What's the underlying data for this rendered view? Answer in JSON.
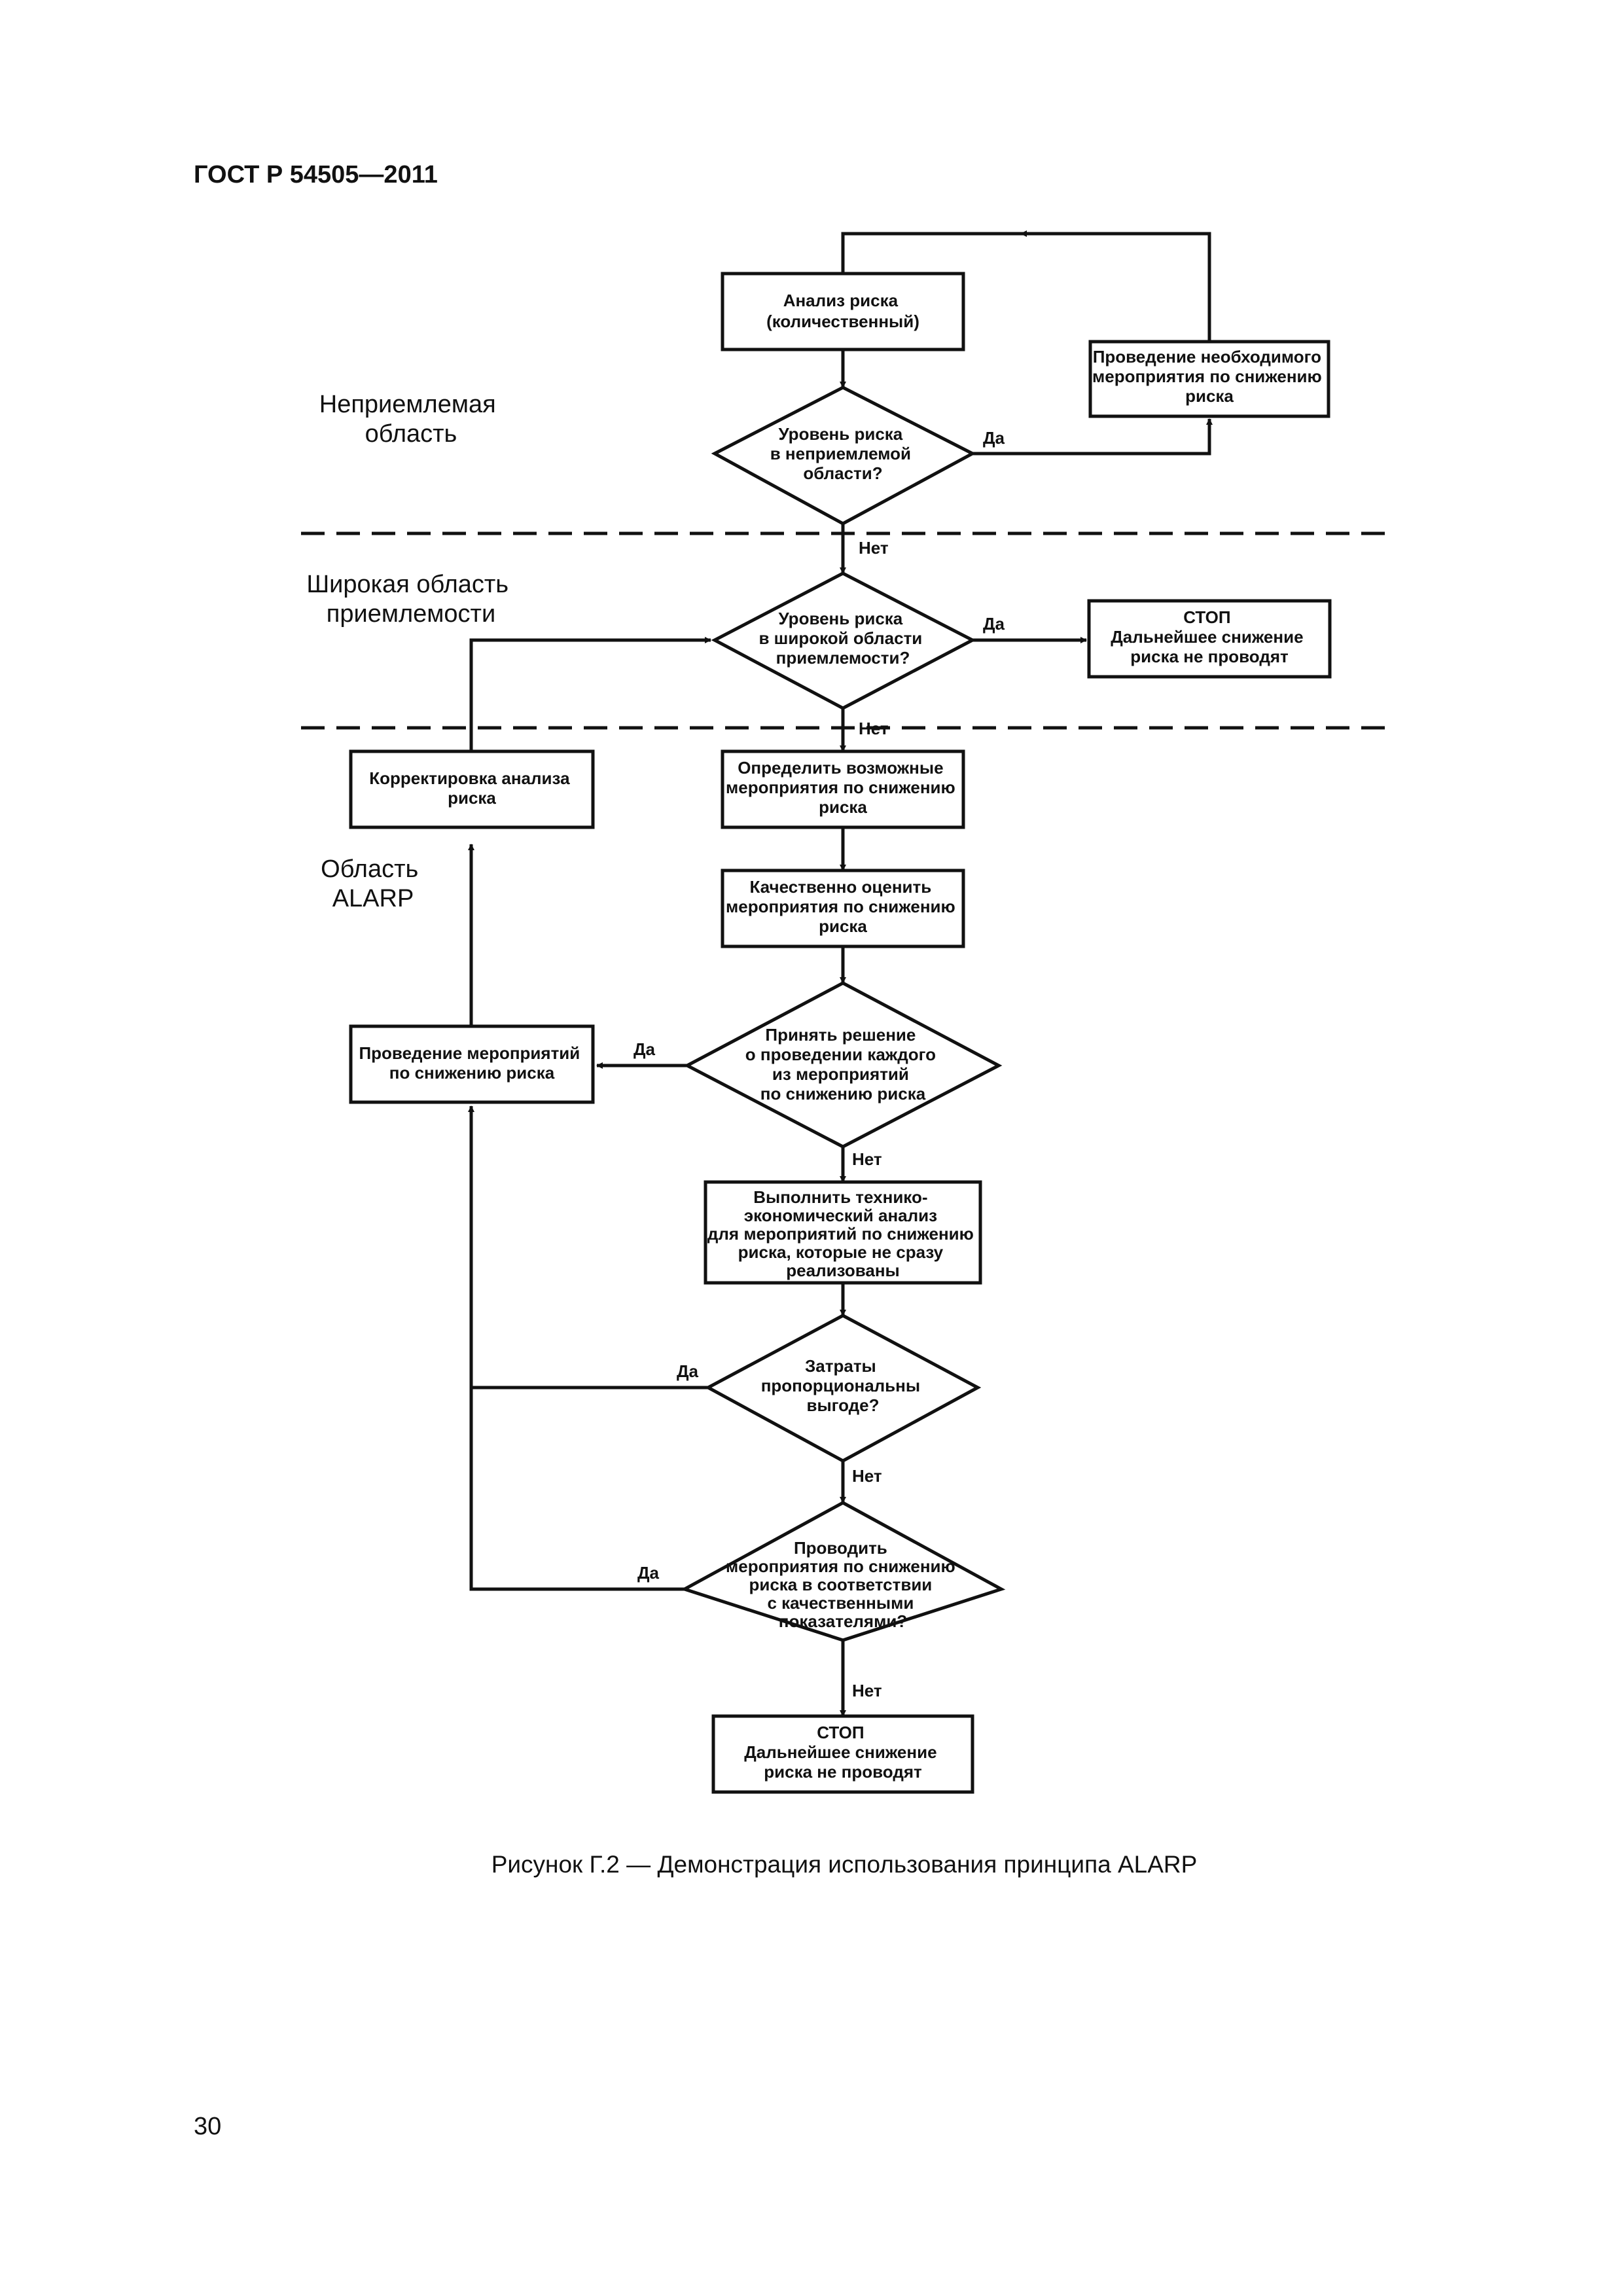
{
  "header": "ГОСТ Р 54505—2011",
  "page_number": "30",
  "caption": "Рисунок Г.2 — Демонстрация использования принципа ALARP",
  "zones": {
    "unacceptable": [
      "Неприемлемая",
      "область"
    ],
    "broadly_acceptable": [
      "Широкая область",
      "приемлемости"
    ],
    "alarp": [
      "Область",
      "ALARP"
    ]
  },
  "nodes": {
    "risk_analysis": [
      "Анализ риска",
      "(количественный)"
    ],
    "necessary_measure": [
      "Проведение необходимого",
      "мероприятия по снижению",
      "риска"
    ],
    "decision_unacceptable": [
      "Уровень риска",
      "в неприемлемой",
      "области?"
    ],
    "decision_broad": [
      "Уровень риска",
      "в широкой области",
      "приемлемости?"
    ],
    "stop_1": [
      "СТОП",
      "Дальнейшее снижение",
      "риска не проводят"
    ],
    "correction": [
      "Корректировка анализа",
      "риска"
    ],
    "identify_measures": [
      "Определить возможные",
      "мероприятия по снижению",
      "риска"
    ],
    "qualitative_assess": [
      "Качественно оценить",
      "мероприятия по снижению",
      "риска"
    ],
    "decision_implement": [
      "Принять решение",
      "о проведении каждого",
      "из мероприятий",
      "по снижению риска"
    ],
    "implement_measures": [
      "Проведение мероприятий",
      "по снижению риска"
    ],
    "feasibility": [
      "Выполнить технико-",
      "экономический анализ",
      "для мероприятий по снижению",
      "риска, которые не сразу",
      "реализованы"
    ],
    "decision_cost": [
      "Затраты",
      "пропорциональны",
      "выгоде?"
    ],
    "decision_qualitative": [
      "Проводить",
      "мероприятия по снижению",
      "риска в соответствии",
      "с качественными",
      "показателями?"
    ],
    "stop_2": [
      "СТОП",
      "Дальнейшее снижение",
      "риска не проводят"
    ]
  },
  "labels": {
    "yes": "Да",
    "no": "Нет"
  }
}
